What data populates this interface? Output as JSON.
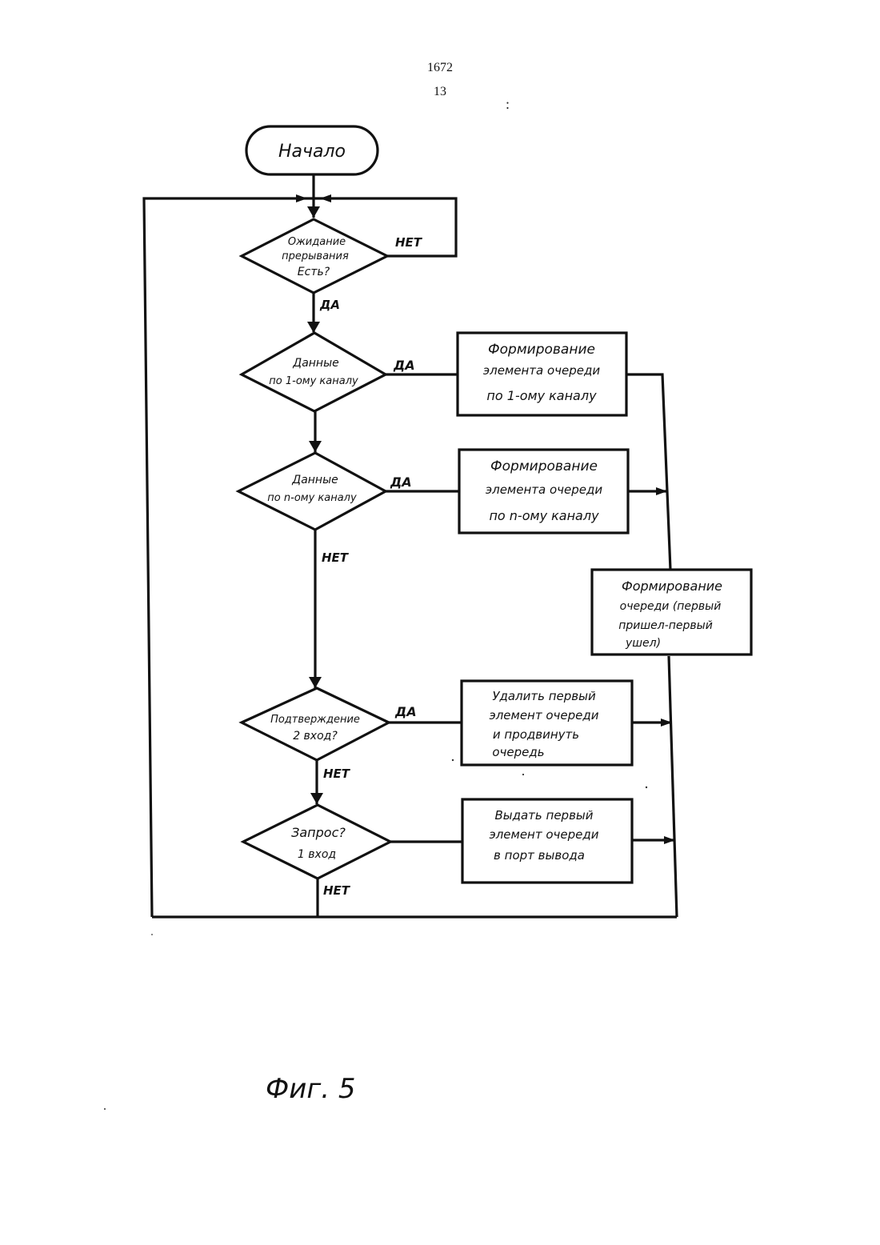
{
  "header": {
    "patent_number": "1672",
    "sheet_number": "13",
    "mark": ":"
  },
  "flowchart": {
    "start": {
      "label": "Начало"
    },
    "decisions": [
      {
        "id": "wait-interrupt",
        "lines": [
          "Ожидание",
          "прерывания",
          "Есть?"
        ]
      },
      {
        "id": "data-ch1",
        "lines": [
          "Данные",
          "по 1-ому каналу"
        ]
      },
      {
        "id": "data-chn",
        "lines": [
          "Данные",
          "по n-ому каналу"
        ]
      },
      {
        "id": "confirm-input2",
        "lines": [
          "Подтверждение",
          "2 вход?"
        ]
      },
      {
        "id": "request-input1",
        "lines": [
          "Запрос?",
          "1 вход"
        ]
      }
    ],
    "processes": [
      {
        "id": "form-elem-ch1",
        "lines": [
          "Формирование",
          "элемента очереди",
          "по 1-ому каналу"
        ]
      },
      {
        "id": "form-elem-chn",
        "lines": [
          "Формирование",
          "элемента очереди",
          "по n-ому каналу"
        ]
      },
      {
        "id": "form-queue",
        "lines": [
          "Формирование",
          "очереди (первый",
          "пришел-первый",
          "ушел)"
        ]
      },
      {
        "id": "delete-first",
        "lines": [
          "Удалить первый",
          "элемент очереди",
          "и продвинуть",
          "очередь"
        ]
      },
      {
        "id": "output-first",
        "lines": [
          "Выдать первый",
          "элемент очереди",
          "в порт вывода"
        ]
      }
    ],
    "branch_labels": {
      "yes": "ДА",
      "no": "НЕТ"
    }
  },
  "figure_caption": "Фиг. 5"
}
